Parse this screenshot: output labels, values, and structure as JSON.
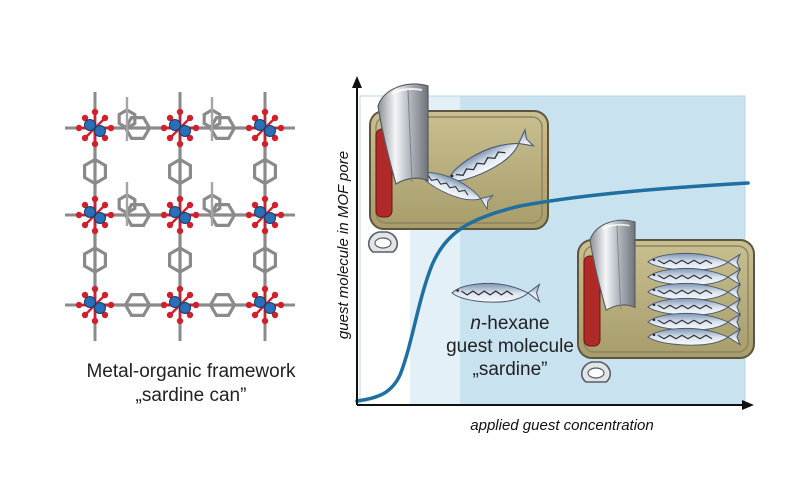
{
  "mof": {
    "caption_line1": "Metal-organic framework",
    "caption_line2": "„sardine can”"
  },
  "plot": {
    "xlabel": "applied guest concentration",
    "ylabel": "guest molecule in MOF pore"
  },
  "guest": {
    "prefix": "n",
    "line1_rest": "-hexane",
    "line2": "guest molecule",
    "line3": "„sardine”"
  },
  "colors": {
    "curve": "#1f6fa0",
    "plot_bg": "#c9e2ef",
    "plot_bg_light": "#e4f0f7",
    "can_fill": "#b5aa78",
    "can_red": "#b12a2a",
    "metal": "#2a6fb8",
    "oxygen": "#d0202c",
    "linker": "#8a8a8a"
  },
  "icons": [
    "mof-lattice-icon",
    "sardine-can-icon",
    "sardine-fish-icon",
    "can-lid-icon",
    "pull-tab-icon"
  ]
}
